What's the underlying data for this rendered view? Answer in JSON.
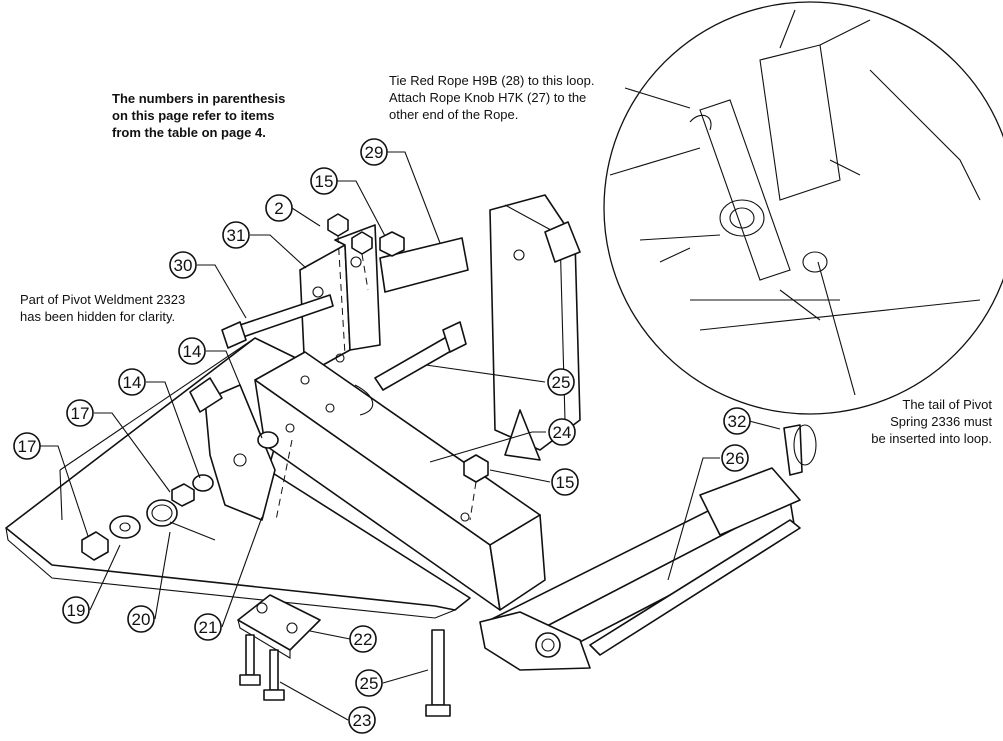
{
  "notes": {
    "reference": [
      "The numbers in parenthesis",
      "on this page refer to items",
      "from the table on page 4."
    ],
    "hidden": [
      "Part of Pivot Weldment 2323",
      "has been hidden for clarity."
    ],
    "rope": [
      "Tie Red Rope H9B (28) to this loop.",
      "Attach Rope Knob H7K (27) to the",
      "other end of the Rope."
    ],
    "spring": [
      "The tail of Pivot",
      "Spring 2336 must",
      "be inserted into loop."
    ]
  },
  "balloons": {
    "b2": "2",
    "b15a": "15",
    "b29": "29",
    "b31": "31",
    "b30": "30",
    "b14a": "14",
    "b14b": "14",
    "b17a": "17",
    "b17b": "17",
    "b25a": "25",
    "b24": "24",
    "b15b": "15",
    "b32": "32",
    "b26": "26",
    "b19": "19",
    "b20": "20",
    "b21": "21",
    "b22": "22",
    "b25b": "25",
    "b23": "23"
  }
}
